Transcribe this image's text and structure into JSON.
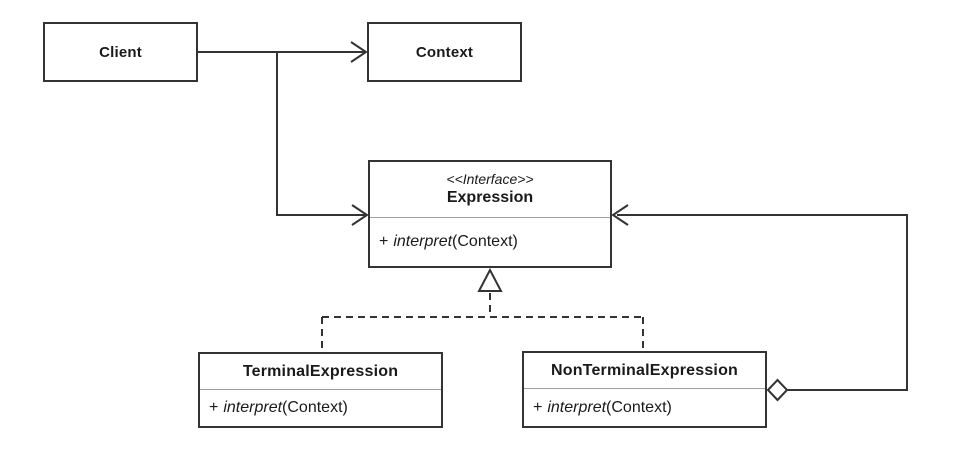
{
  "colors": {
    "line": "#333333",
    "box_fill": "#ffffff",
    "divider": "#9f9f9f",
    "background": "#ffffff"
  },
  "classes": {
    "client": {
      "name": "Client"
    },
    "context": {
      "name": "Context"
    },
    "expression": {
      "stereotype": "<<Interface>>",
      "name": "Expression",
      "method": {
        "visibility": "+",
        "name": "interpret",
        "params": "(Context)"
      }
    },
    "terminal_expression": {
      "name": "TerminalExpression",
      "method": {
        "visibility": "+",
        "name": "interpret",
        "params": "(Context)"
      }
    },
    "non_terminal_expression": {
      "name": "NonTerminalExpression",
      "method": {
        "visibility": "+",
        "name": "interpret",
        "params": "(Context)"
      }
    }
  },
  "relationships": [
    {
      "from": "Client",
      "to": "Context",
      "type": "directed-association",
      "arrowhead": "open"
    },
    {
      "from": "Client",
      "to": "Expression",
      "type": "directed-association",
      "arrowhead": "open"
    },
    {
      "from": "TerminalExpression",
      "to": "Expression",
      "type": "realization",
      "line": "dashed",
      "arrowhead": "hollow-triangle"
    },
    {
      "from": "NonTerminalExpression",
      "to": "Expression",
      "type": "realization",
      "line": "dashed",
      "arrowhead": "hollow-triangle"
    },
    {
      "from": "NonTerminalExpression",
      "to": "Expression",
      "type": "aggregation",
      "marker": "hollow-diamond",
      "arrowhead": "open"
    }
  ]
}
